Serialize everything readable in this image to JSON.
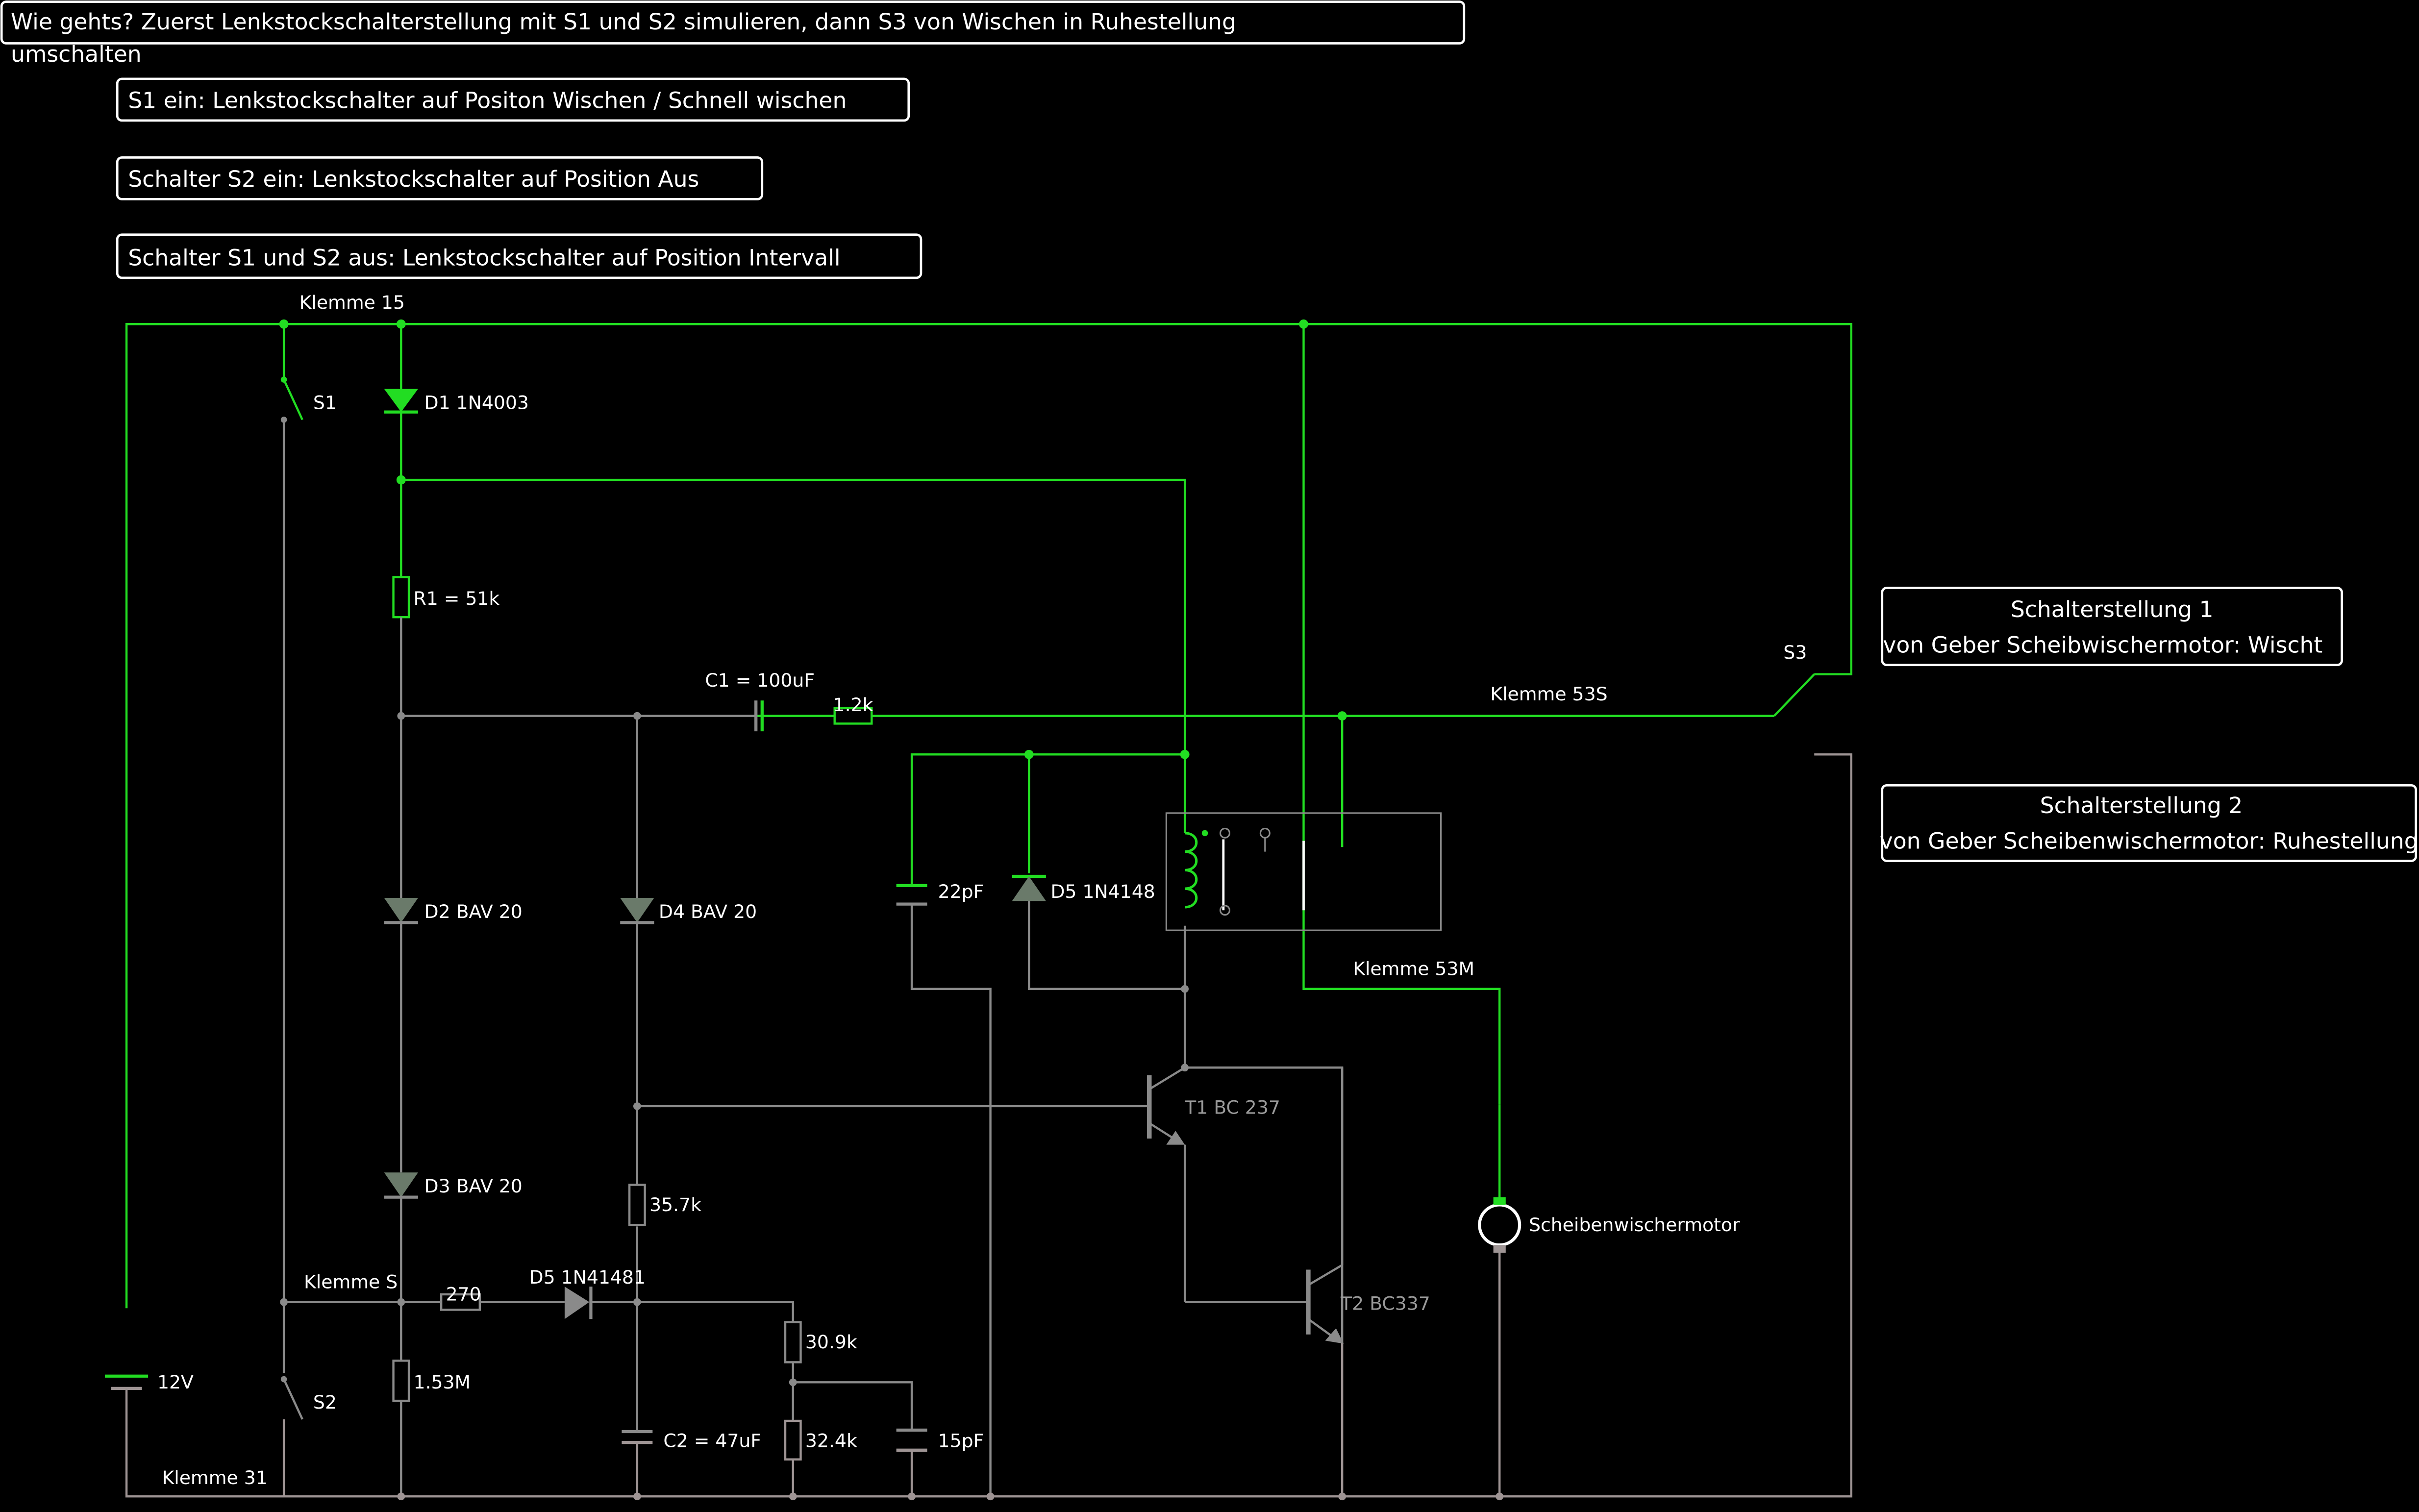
{
  "colors": {
    "background": "#000000",
    "active": "#22dd22",
    "inactive": "#8a8a8a",
    "ground": "#9e9494",
    "text": "#ffffff",
    "dimText": "#9a9a9a"
  },
  "notes": {
    "top": "Wie gehts? Zuerst Lenkstockschalterstellung mit S1 und S2 simulieren, dann S3  von Wischen in Ruhestellung",
    "top_wrap": "umschalten",
    "s1": "S1 ein: Lenkstockschalter auf Positon Wischen / Schnell wischen",
    "s2": "Schalter S2 ein: Lenkstockschalter auf Position Aus",
    "s12": "Schalter S1 und S2 aus: Lenkstockschalter auf Position Intervall",
    "pos1_line1": "Schalterstellung 1",
    "pos1_line2": "von Geber Scheibwischermotor: Wischt",
    "pos2_line1": "Schalterstellung 2",
    "pos2_line2": "von Geber Scheibenwischermotor: Ruhestellung"
  },
  "labels": {
    "klemme15": "Klemme 15",
    "klemme31": "Klemme 31",
    "klemmeS": "Klemme S",
    "klemme53s": "Klemme 53S",
    "klemme53m": "Klemme 53M",
    "s1": "S1",
    "s2": "S2",
    "s3": "S3",
    "d1": "D1 1N4003",
    "r1": "R1 = 51k",
    "c1": "C1 = 100uF",
    "r12k": "1.2k",
    "d2": "D2 BAV 20",
    "d3": "D3 BAV 20",
    "d4": "D4 BAV 20",
    "d5a": "D5 1N4148",
    "d5b": "D5 1N41481",
    "c22p": "22pF",
    "t1": "T1 BC 237",
    "t2": "T2 BC337",
    "r357": "35.7k",
    "r270": "270",
    "r153": "1.53M",
    "c2": "C2 = 47uF",
    "r309": "30.9k",
    "r324": "32.4k",
    "c15p": "15pF",
    "v12": "12V",
    "motor": "Scheibenwischermotor"
  }
}
